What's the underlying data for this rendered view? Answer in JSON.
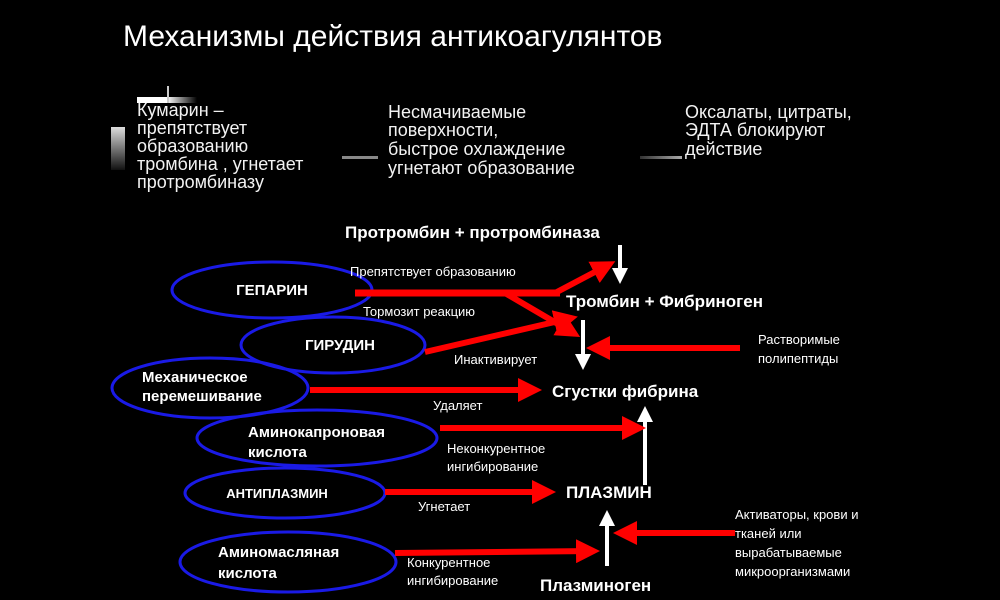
{
  "title": "Механизмы действия антикоагулянтов",
  "top_notes": [
    {
      "lines": [
        "Кумарин –",
        "препятствует",
        "образованию",
        "тромбина , угнетает",
        "протромбиназу"
      ]
    },
    {
      "lines": [
        "Несмачиваемые",
        "поверхности,",
        "быстрое охлаждение",
        "угнетают образование"
      ]
    },
    {
      "lines": [
        "Оксалаты, цитраты,",
        "ЭДТА блокируют",
        "действие"
      ]
    }
  ],
  "nodes": {
    "prothrombin": "Протромбин + протромбиназа",
    "thrombin": "Тромбин + Фибриноген",
    "clots": "Сгустки фибрина",
    "plasmin": "ПЛАЗМИН",
    "plasminogen": "Плазминоген"
  },
  "agents": {
    "heparin": [
      "ГЕПАРИН"
    ],
    "hirudin": [
      "ГИРУДИН"
    ],
    "mechanical": [
      "Механическое",
      "перемешивание"
    ],
    "aminocaproic": [
      "Аминокапроновая",
      "кислота"
    ],
    "antiplasmin": [
      "АНТИПЛАЗМИН"
    ],
    "aminobutyric": [
      "Аминомасляная",
      "кислота"
    ]
  },
  "labels": {
    "heparin": "Препятствует образованию",
    "hirudin": "Тормозит реакцию",
    "inactivates": "Инактивирует",
    "removes": "Удаляет",
    "noncompetitive": [
      "Неконкурентное",
      "ингибирование"
    ],
    "inhibits": "Угнетает",
    "competitive": [
      "Конкурентное",
      "ингибирование"
    ]
  },
  "side_notes": {
    "polypeptides": [
      "Растворимые",
      "полипептиды"
    ],
    "activators": [
      "Активаторы,  крови и",
      "тканей или",
      "вырабатываемые",
      "микроорганизмами"
    ]
  }
}
